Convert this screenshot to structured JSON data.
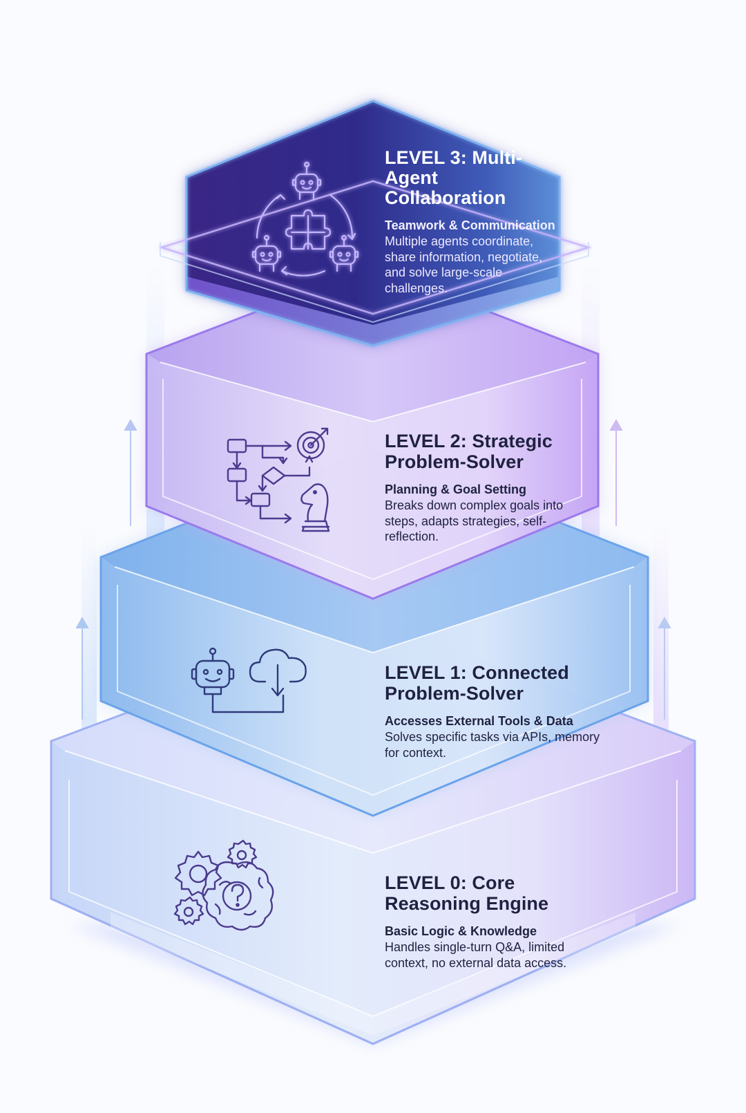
{
  "levels": [
    {
      "id": "level-0",
      "title": "LEVEL 0: Core Reasoning Engine",
      "subtitle": "Basic Logic & Knowledge",
      "description": "Handles single-turn Q&A, limited context, no external data access.",
      "icon": "brain-gears-icon"
    },
    {
      "id": "level-1",
      "title": "LEVEL 1: Connected Problem-Solver",
      "subtitle": "Accesses External Tools & Data",
      "description": "Solves specific tasks via APIs, memory for context.",
      "icon": "robot-cloud-icon"
    },
    {
      "id": "level-2",
      "title": "LEVEL 2: Strategic Problem-Solver",
      "subtitle": "Planning & Goal Setting",
      "description": "Breaks down complex goals into steps, adapts strategies, self-reflection.",
      "icon": "flowchart-target-chess-icon"
    },
    {
      "id": "level-3",
      "title": "LEVEL 3: Multi-Agent Collaboration",
      "subtitle": "Teamwork & Communication",
      "description": "Multiple agents coordinate, share information, negotiate, and solve large-scale challenges.",
      "icon": "multi-robot-puzzle-icon"
    }
  ],
  "colors": {
    "background": "#fafbfe",
    "text": "#1f2140",
    "icon_stroke": "#3a3470",
    "level0": "#b9c3f6",
    "level1": "#8fb6ee",
    "level2": "#c7b3f3",
    "level3": "#3b2a8c",
    "accent_blue": "#6aa8ec",
    "accent_purple": "#a57cf0"
  }
}
